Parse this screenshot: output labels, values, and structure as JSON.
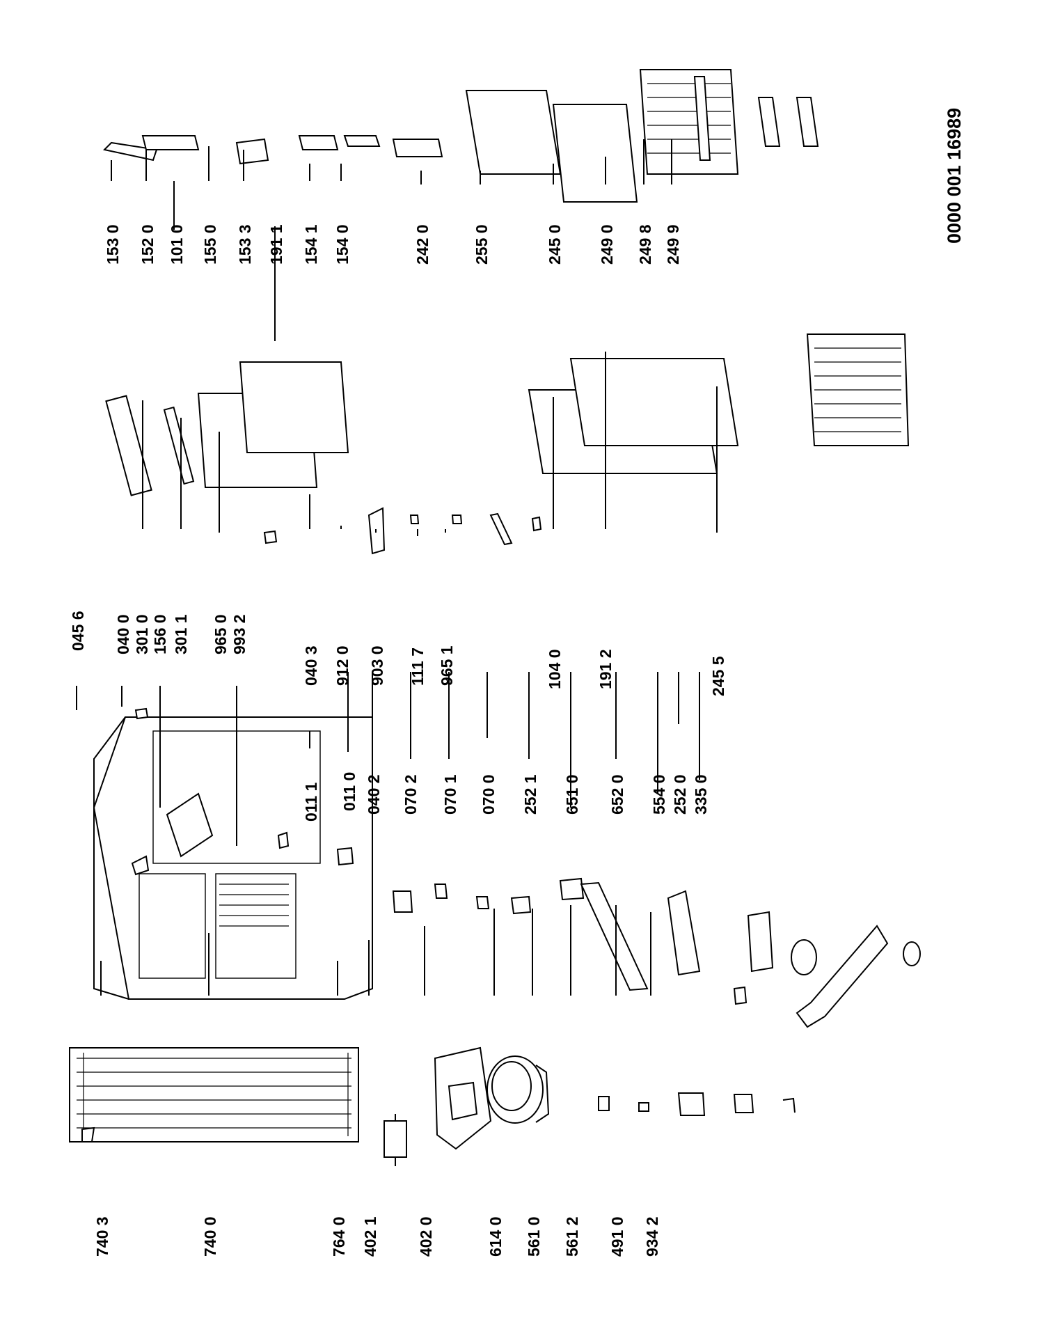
{
  "document_number": "0000 001 16989",
  "labels": {
    "l0456": "045 6",
    "l0400": "040 0",
    "l3010": "301 0",
    "l1560": "156 0",
    "l3011": "301 1",
    "l9650": "965 0",
    "l9932": "993 2",
    "l0111": "011 1",
    "l0403": "040 3",
    "l9120": "912 0",
    "l9030": "903 0",
    "l1117": "111 7",
    "l9651": "965 1",
    "l1040": "104 0",
    "l1912": "191 2",
    "l2455": "245 5",
    "l1530": "153 0",
    "l1520": "152 0",
    "l1010": "101 0",
    "l1550": "155 0",
    "l1533": "153 3",
    "l1911": "191 1",
    "l1541": "154 1",
    "l1540": "154 0",
    "l2420": "242 0",
    "l2550": "255 0",
    "l2450": "245 0",
    "l2490": "249 0",
    "l2498": "249 8",
    "l2499": "249 9",
    "l0110": "011 0",
    "l0402": "040 2",
    "l0702": "070 2",
    "l0701": "070 1",
    "l0700": "070 0",
    "l2521": "252 1",
    "l6510": "651 0",
    "l6520": "652 0",
    "l5540": "554 0",
    "l2520": "252 0",
    "l3350": "335 0",
    "l7403": "740 3",
    "l7400": "740 0",
    "l7640": "764 0",
    "l4021": "402 1",
    "l4020": "402 0",
    "l6140": "614 0",
    "l5610": "561 0",
    "l5612": "561 2",
    "l4910": "491 0",
    "l9342": "934 2"
  }
}
